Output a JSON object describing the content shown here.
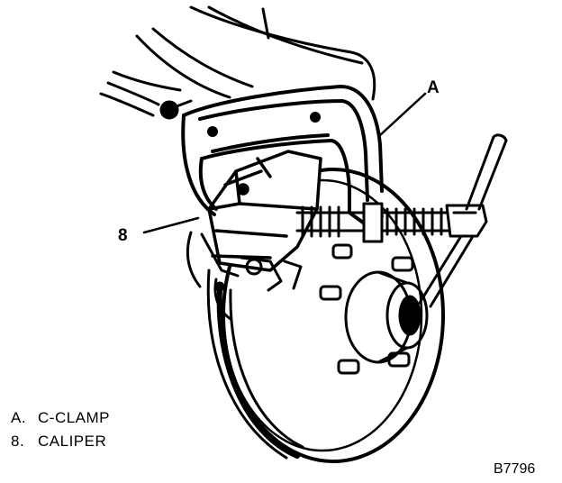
{
  "callouts": {
    "a": "A",
    "eight": "8"
  },
  "legend": [
    {
      "key": "A.",
      "text": "C-CLAMP"
    },
    {
      "key": "8.",
      "text": "CALIPER"
    }
  ],
  "figure_code": "B7796",
  "colors": {
    "ink": "#000000",
    "paper": "#ffffff"
  }
}
